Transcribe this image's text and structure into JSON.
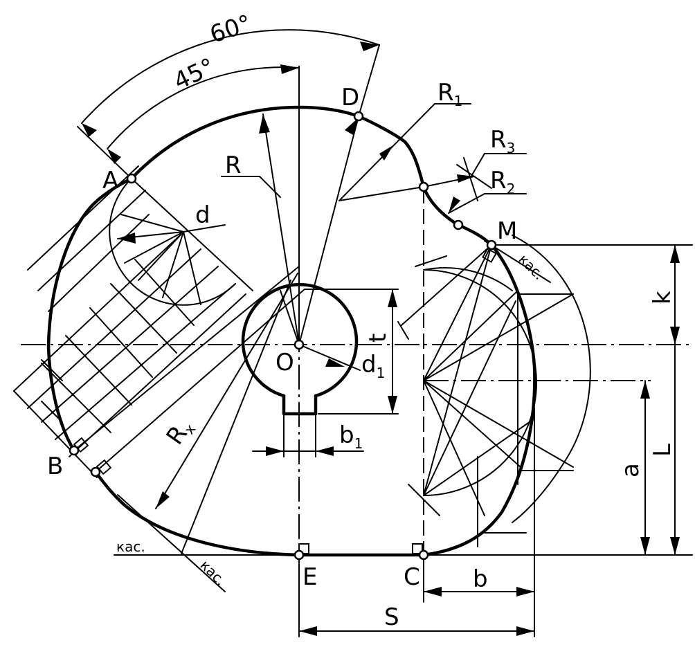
{
  "points": {
    "A": "A",
    "B": "B",
    "C": "C",
    "D": "D",
    "E": "E",
    "M": "M",
    "O": "O"
  },
  "radii": {
    "R": "R",
    "R1": "R",
    "R1_sub": "1",
    "R2": "R",
    "R2_sub": "2",
    "R3": "R",
    "R3_sub": "3",
    "Rx": "R",
    "Rx_sub": "x"
  },
  "dimensions": {
    "angle_60": "60°",
    "angle_45": "45°",
    "d": "d",
    "d1": "d",
    "d1_sub": "1",
    "b1": "b",
    "b1_sub": "1",
    "t": "t",
    "k": "k",
    "L": "L",
    "a": "a",
    "b": "b",
    "S": "S"
  },
  "tangent_label": "кас."
}
